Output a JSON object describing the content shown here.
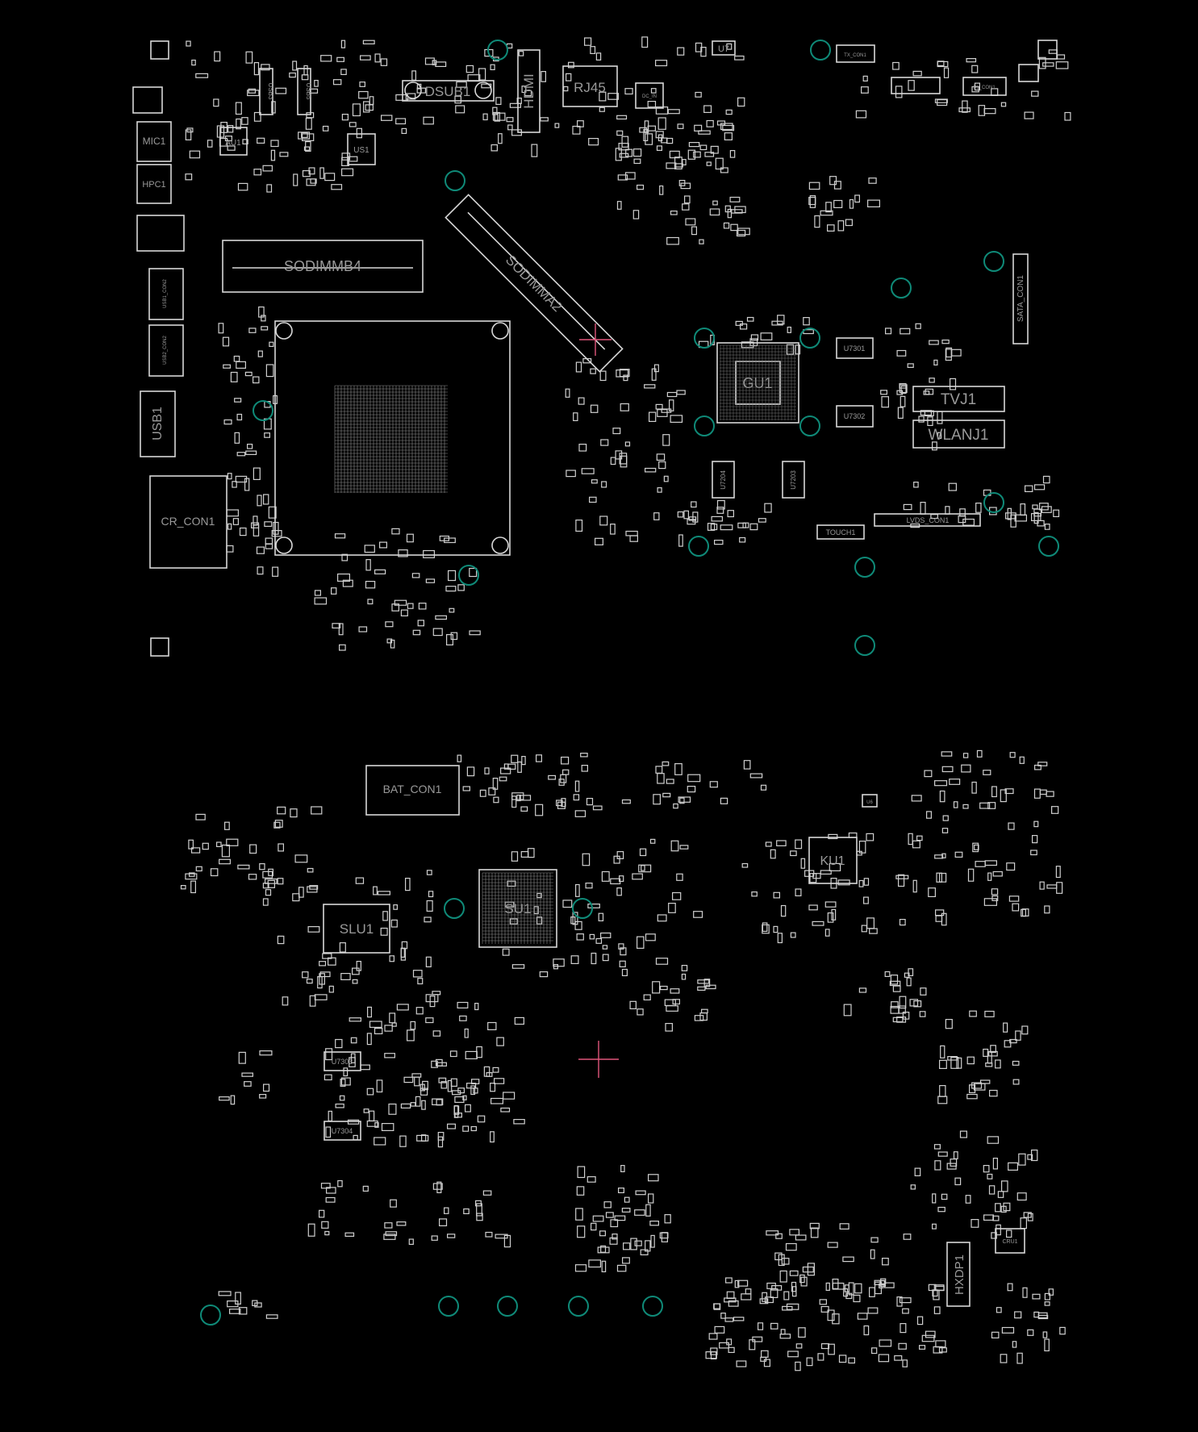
{
  "components": {
    "sodimmb4": "SODIMMB4",
    "sodimma2": "SODIMMA2",
    "gu1": "GU1",
    "tvj1": "TVJ1",
    "wlanj1": "WLANJ1",
    "u7301": "U7301",
    "u7302": "U7302",
    "u7203": "U7203",
    "u7204": "U7204",
    "sata_con1": "SATA_CON1",
    "lvds_con1": "LVDS_CON1",
    "touch1": "TOUCH1",
    "mic1": "MIC1",
    "hpc1": "HPC1",
    "au1": "AU1",
    "us1": "US1",
    "dsub1": "DSUB1",
    "hdmi": "HDMI",
    "rj45": "RJ45",
    "usb1": "USB1",
    "usb1_con2": "USB1_CON2",
    "usb2_con2": "USB2_CON2",
    "usb3": "USB3",
    "usb5": "USB5",
    "cr_con1": "CR_CON1",
    "u7": "U7",
    "tx_con1": "TX_CON1",
    "bl_con1": "BL_CON1",
    "dc_in": "DC_IN",
    "bat_con1": "BAT_CON1",
    "slu1": "SLU1",
    "su1": "SU1",
    "ku1": "KU1",
    "u6": "U6",
    "hxdp1": "HXDP1",
    "cru1": "CRU1",
    "u7303": "U7303",
    "u7304": "U7304"
  },
  "colors": {
    "background": "#000000",
    "outline": "#d8d8d8",
    "label": "#9a9a9a",
    "mounting_hole": "#0f8a78",
    "crosshair": "#e0567a"
  }
}
